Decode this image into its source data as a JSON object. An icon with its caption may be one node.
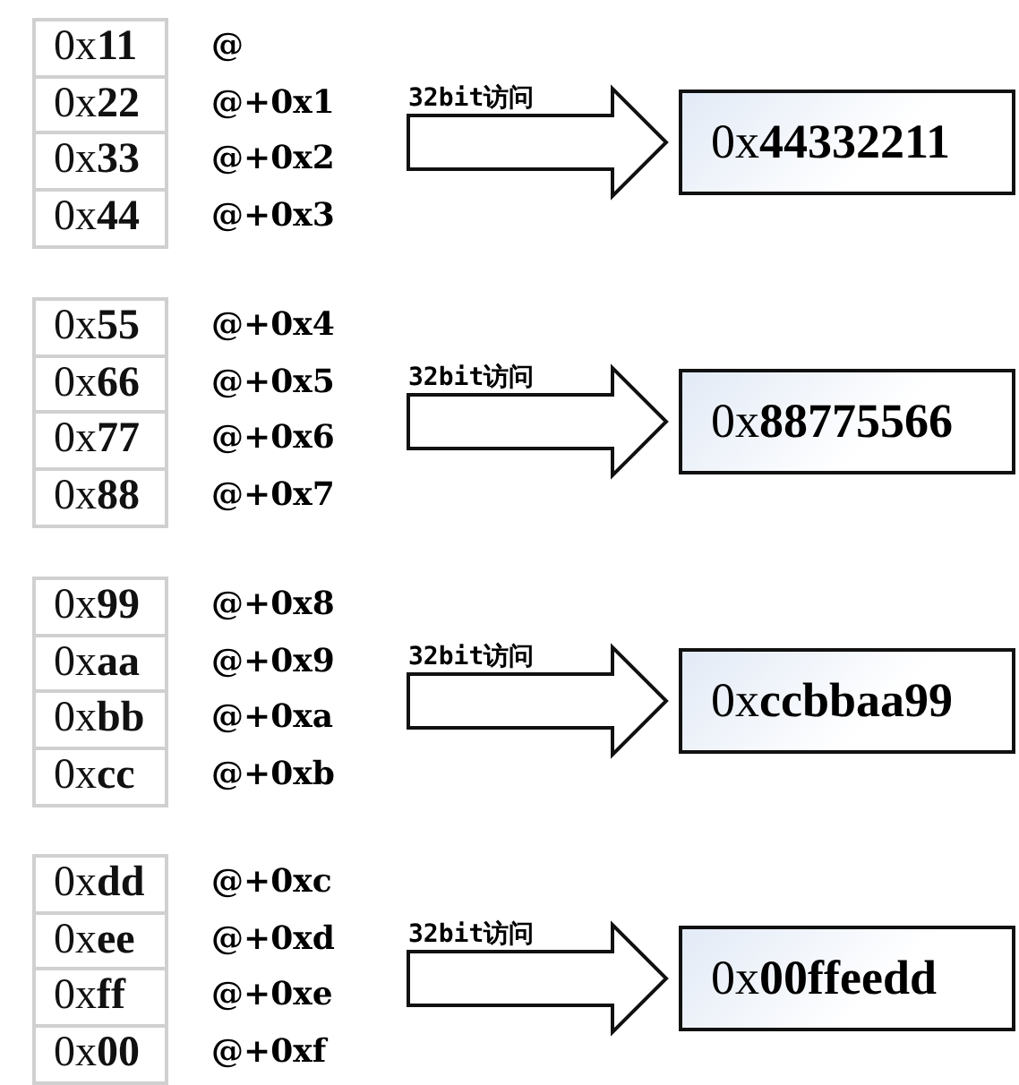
{
  "diagram": {
    "nodes": [
      {
        "text": [
          "0x**11**"
        ],
        "beside": [
          "@"
        ]
      },
      {
        "text": [
          "0x**22**"
        ],
        "beside": [
          "@+0x1"
        ]
      },
      {
        "text": [
          "0x**33**"
        ],
        "beside": [
          "@+0x2"
        ]
      },
      {
        "text": [
          "0x**44**"
        ],
        "beside": [
          "@+0x3"
        ]
      },
      {
        "text": [
          "0x**44332211**"
        ]
      },
      {
        "text": [
          "0x**55**"
        ],
        "beside": [
          "@+0x4"
        ]
      },
      {
        "text": [
          "0x**66**"
        ],
        "beside": [
          "@+0x5"
        ]
      },
      {
        "text": [
          "0x**77**"
        ],
        "beside": [
          "@+0x6"
        ]
      },
      {
        "text": [
          "0x**88**"
        ],
        "beside": [
          "@+0x7"
        ]
      },
      {
        "text": [
          "0x**88775566**"
        ]
      },
      {
        "text": [
          "0x**99**"
        ],
        "beside": [
          "@+0x8"
        ]
      },
      {
        "text": [
          "0x**aa**"
        ],
        "beside": [
          "@+0x9"
        ]
      },
      {
        "text": [
          "0x**bb**"
        ],
        "beside": [
          "@+0xa"
        ]
      },
      {
        "text": [
          "0x**cc**"
        ],
        "beside": [
          "@+0xb"
        ]
      },
      {
        "text": [
          "0x**ccbbaa99**"
        ]
      },
      {
        "text": [
          "0x**dd**"
        ],
        "beside": [
          "@+0xc"
        ]
      },
      {
        "text": [
          "0x**ee**"
        ],
        "beside": [
          "@+0xd"
        ]
      },
      {
        "text": [
          "0x**ff**"
        ],
        "beside": [
          "@+0xe"
        ]
      },
      {
        "text": [
          "0x**00**"
        ],
        "beside": [
          "@+0xf"
        ]
      },
      {
        "text": [
          "0x**00ffeedd**"
        ]
      }
    ],
    "edges": [
      {
        "from": null,
        "to": 4,
        "arrow": "to",
        "label": "32bit访问"
      },
      {
        "from": null,
        "to": 9,
        "arrow": "to",
        "label": "32bit访问"
      },
      {
        "from": null,
        "to": 14,
        "arrow": "to",
        "label": "32bit访问"
      },
      {
        "from": null,
        "to": 19,
        "arrow": "to",
        "label": "32bit访问"
      }
    ]
  }
}
